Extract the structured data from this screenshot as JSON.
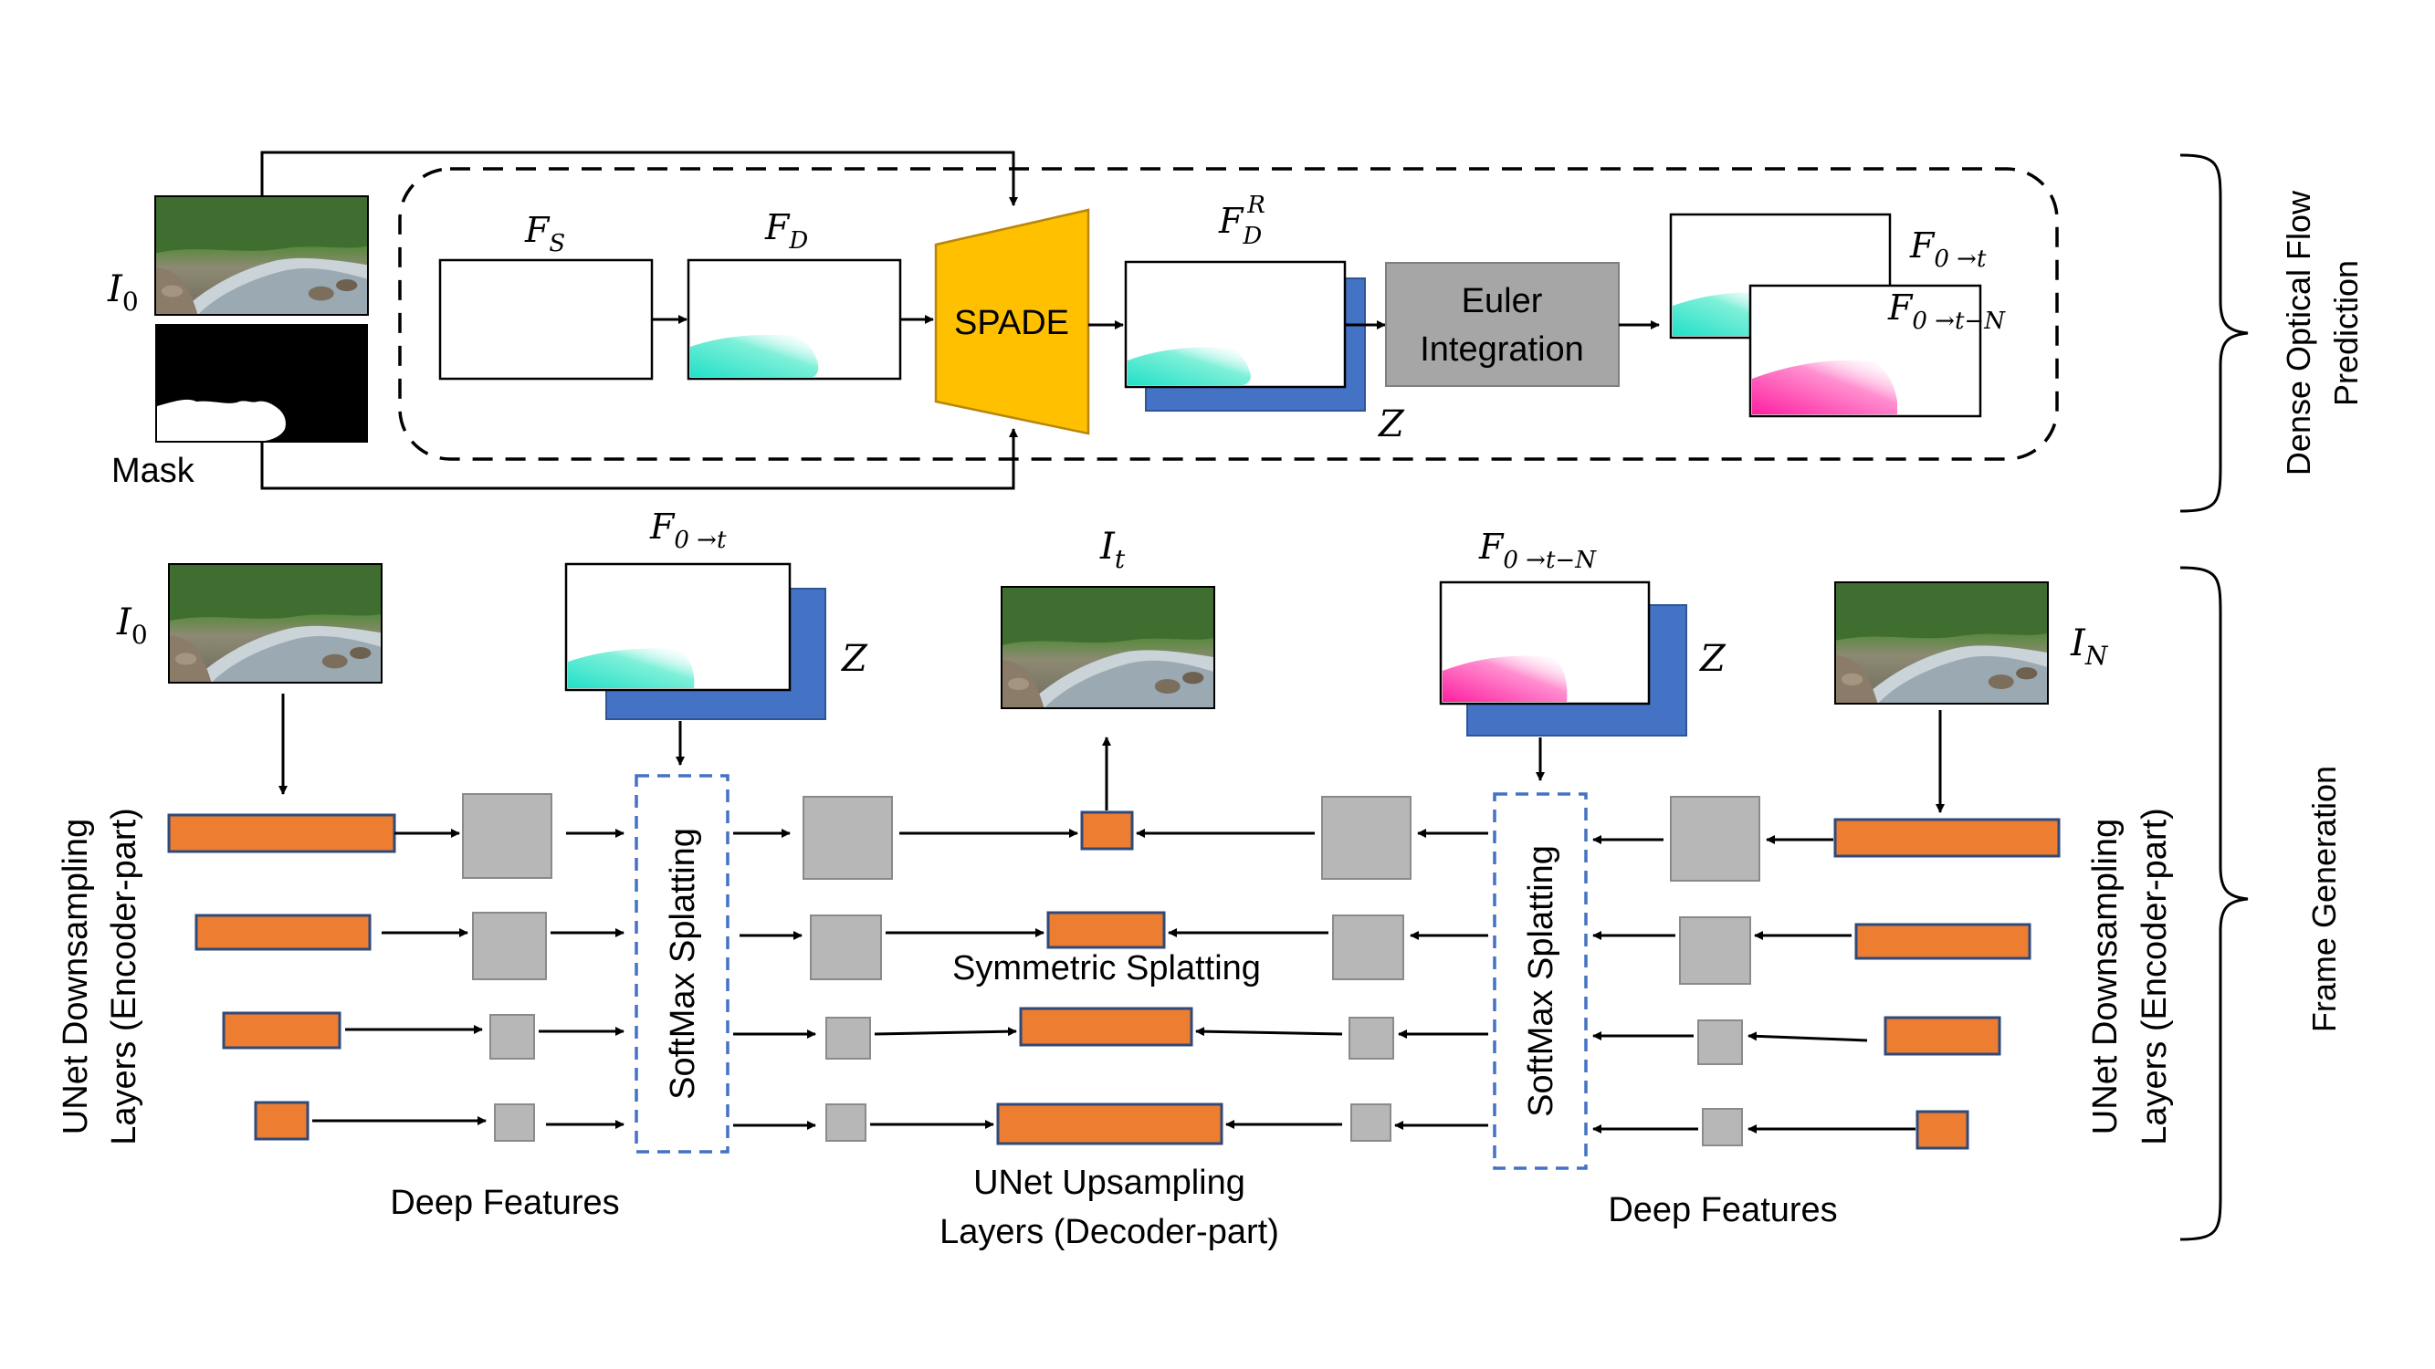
{
  "flow_section": {
    "input_image_label": "I",
    "input_image_sub": "0",
    "mask_label": "Mask",
    "fs_label": "F",
    "fs_sub": "S",
    "fd_label": "F",
    "fd_sub": "D",
    "spade_label": "SPADE",
    "fdr_label": "F",
    "fdr_sub": "D",
    "fdr_sup": "R",
    "z_label": "Z",
    "euler_line1": "Euler",
    "euler_line2": "Integration",
    "f0t_label": "F",
    "f0t_sub": "0 →t",
    "f0tn_label": "F",
    "f0tn_sub": "0 →t−N",
    "brace_label_line1": "Dense Optical Flow",
    "brace_label_line2": "Prediction"
  },
  "frame_section": {
    "i0_label": "I",
    "i0_sub": "0",
    "f0t_label": "F",
    "f0t_sub": "0 →t",
    "z_left": "Z",
    "it_label": "I",
    "it_sub": "t",
    "f0tn_label": "F",
    "f0tn_sub": "0 →t−N",
    "z_right": "Z",
    "in_label": "I",
    "in_sub": "N",
    "splat_left": "SoftMax Splatting",
    "splat_right": "SoftMax Splatting",
    "symmetric_label": "Symmetric Splatting",
    "deep_features_left": "Deep Features",
    "deep_features_right": "Deep Features",
    "upsampling_line1": "UNet Upsampling",
    "upsampling_line2": "Layers (Decoder-part)",
    "left_side_line1": "UNet Downsampling",
    "left_side_line2": "Layers (Encoder-part)",
    "right_side_line1": "UNet Downsampling",
    "right_side_line2": "Layers (Encoder-part)",
    "brace_label": "Frame Generation"
  },
  "colors": {
    "orange": "#ED7D31",
    "gray": "#B7B7B7",
    "blue_stack": "#4472C4",
    "spade_yellow": "#FFC000",
    "euler_gray": "#A6A6A6",
    "splat_border": "#4472C4"
  }
}
